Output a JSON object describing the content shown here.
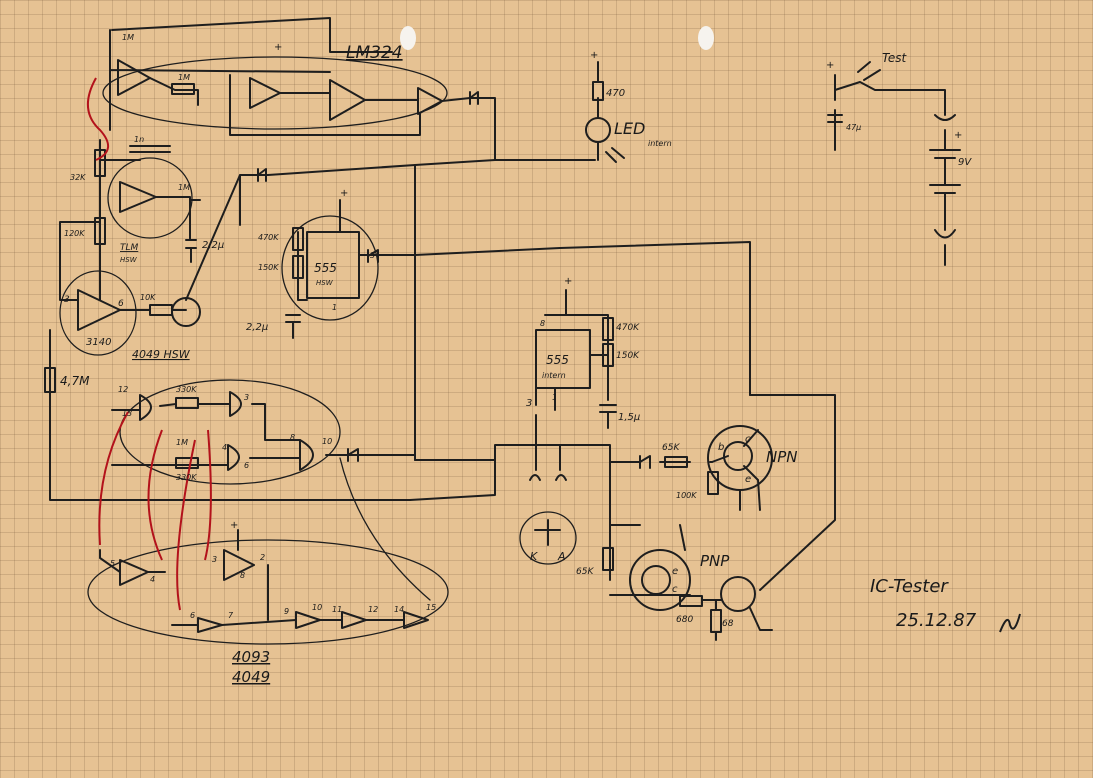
{
  "sheet": {
    "title_line1": "IC-Tester",
    "title_line2": "25.12.87",
    "ic_labels": {
      "lm324": "LM324",
      "u555_ne": "555",
      "u555_ne_sub": "HSW",
      "u555_int": "555",
      "u555_int_sub": "intern",
      "opamp_3140": "3140",
      "cd4093": "4093",
      "cd4049": "4049",
      "label_4049_hsw": "4049 HSW",
      "tlm_sub": "HSW",
      "tlm": "TLM"
    },
    "resistors": {
      "r_1m_top": "1M",
      "r_1m_a": "1M",
      "r_1m_b": "1M",
      "r_1m_c": "1M",
      "r_32k": "32K",
      "r_120k": "120K",
      "r_10k": "10K",
      "r_470": "470",
      "r_470k_left": "470K",
      "r_150k_left": "150K",
      "r_470k_int": "470K",
      "r_150k_int": "150K",
      "r_4_7m": "4,7M",
      "r_330k_a": "330K",
      "r_330k_b": "330K",
      "r_65k_a": "65K",
      "r_65k_b": "65K",
      "r_100k": "100K",
      "r_680": "680",
      "r_68": "68"
    },
    "capacitors": {
      "c_2_2_a": "2,2μ",
      "c_2_2_b": "2,2μ",
      "c_1_5": "1,5μ",
      "c_47": "47μ",
      "c_1n": "1n"
    },
    "labels": {
      "led": "LED",
      "led_sub": "intern",
      "test": "Test",
      "battery": "9V",
      "npn": "NPN",
      "pnp": "PNP",
      "k": "K",
      "a": "A",
      "c": "c",
      "b": "b",
      "e": "e",
      "plus": "+"
    },
    "pin_numbers": {
      "p2": "2",
      "p3": "3",
      "p4": "4",
      "p5": "5",
      "p6": "6",
      "p7": "7",
      "p8": "8",
      "p9": "9",
      "p10": "10",
      "p11": "11",
      "p12": "12",
      "p13": "13",
      "p14": "14",
      "p15": "15",
      "p1": "1"
    }
  }
}
